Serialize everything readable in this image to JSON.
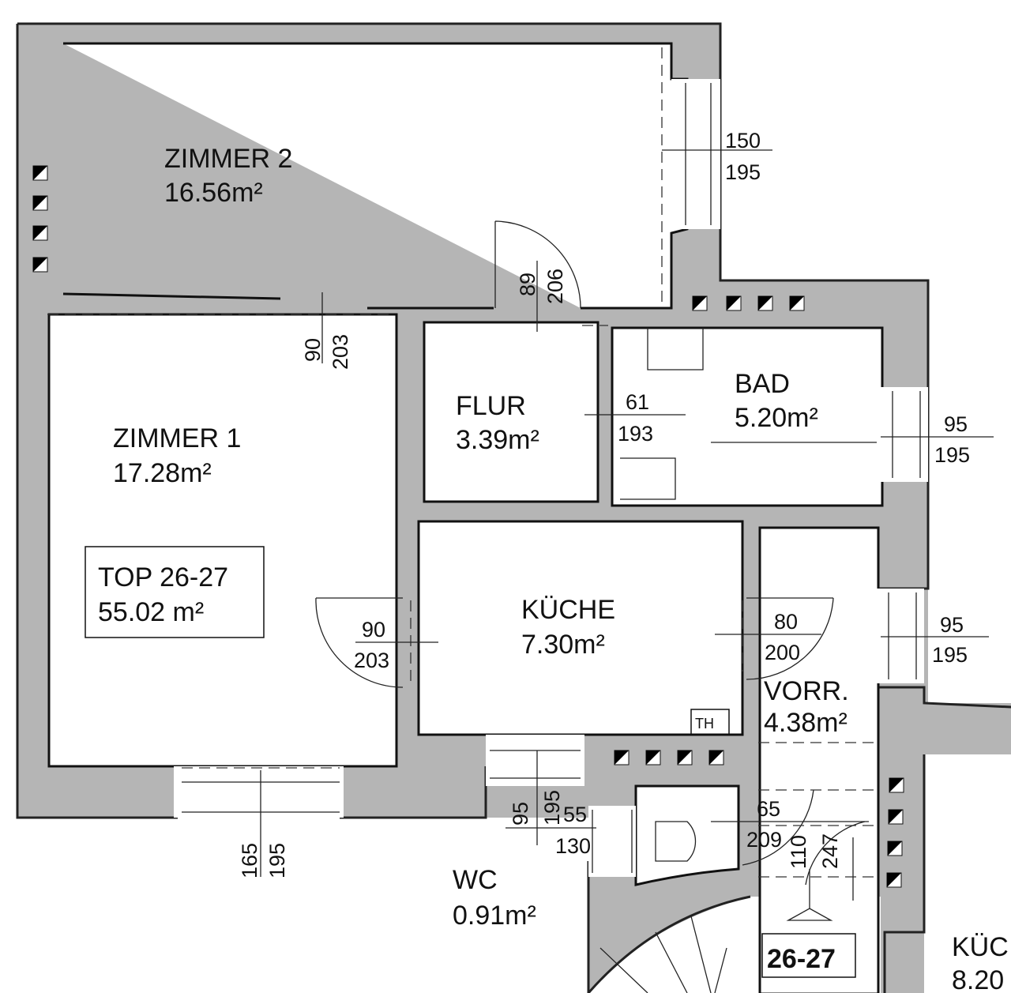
{
  "rooms": {
    "zimmer2": {
      "name": "ZIMMER 2",
      "area": "16.56m²"
    },
    "zimmer1": {
      "name": "ZIMMER 1",
      "area": "17.28m²"
    },
    "flur": {
      "name": "FLUR",
      "area": "3.39m²"
    },
    "bad": {
      "name": "BAD",
      "area": "5.20m²"
    },
    "kueche": {
      "name": "KÜCHE",
      "area": "7.30m²"
    },
    "vorr": {
      "name": "VORR.",
      "area": "4.38m²"
    },
    "wc": {
      "name": "WC",
      "area": "0.91m²"
    },
    "kueche_neighbor": {
      "name": "KÜC",
      "area": "8.20"
    }
  },
  "unit": {
    "label": "TOP 26-27",
    "area": "55.02 m²",
    "door_tag": "26-27"
  },
  "thermostat": "TH",
  "dimensions": {
    "z2_window": [
      "150",
      "195"
    ],
    "z2_door": [
      "90",
      "203"
    ],
    "flur_door": [
      "89",
      "206"
    ],
    "bad_door": [
      "61",
      "193"
    ],
    "bad_window": [
      "95",
      "195"
    ],
    "z1_door": [
      "90",
      "203"
    ],
    "kueche_door": [
      "80",
      "200"
    ],
    "vorr_window": [
      "95",
      "195"
    ],
    "z1_window": [
      "165",
      "195"
    ],
    "kueche_window": [
      "95",
      "195"
    ],
    "wc_window": [
      "55",
      "130"
    ],
    "wc_door": [
      "65",
      "209"
    ],
    "entry_door": [
      "110",
      "247"
    ]
  }
}
